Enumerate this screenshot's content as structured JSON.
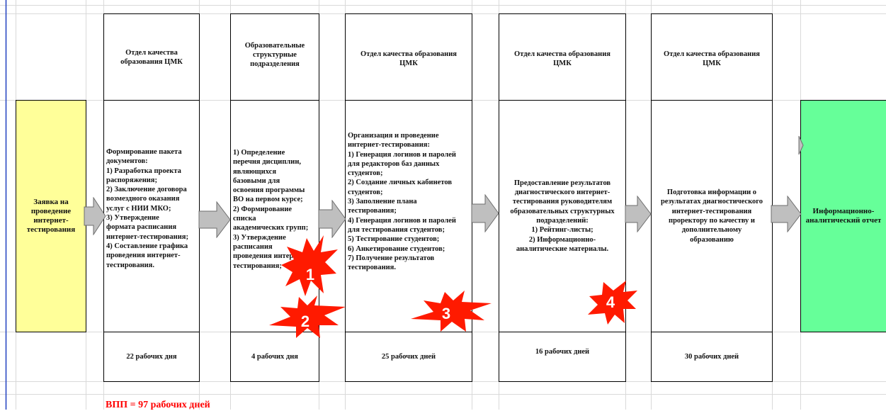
{
  "start_box": {
    "lines": [
      "Заявка на",
      "проведение",
      "интернет-",
      "тестирования"
    ],
    "color": "#ffff99"
  },
  "end_box": {
    "lines": [
      "Информационно-",
      "аналитический отчет"
    ],
    "color": "#66ff99"
  },
  "stages": [
    {
      "header": [
        "Отдел качества",
        "образования ЦМК"
      ],
      "content": [
        "Формирование пакета",
        "документов:",
        "1)  Разработка проекта",
        "распоряжения;",
        "2) Заключение договора",
        "возмездного оказания",
        "услуг с НИИ МКО;",
        "3) Утверждение",
        "формата расписания",
        "интернет-тестирования;",
        "4) Составление графика",
        "проведения интернет-",
        "тестирования."
      ],
      "days": "22 рабочих дня"
    },
    {
      "header": [
        "Образовательные",
        "структурные",
        "подразделения"
      ],
      "content": [
        "1) Определение",
        "перечня дисциплин,",
        "являющихся",
        "базовыми для",
        "освоения программы",
        "ВО на первом курсе;",
        "2) Формирование",
        "списка",
        "академических групп;",
        "3) Утверждение",
        "расписания",
        "проведения интернет-",
        "тестирования;"
      ],
      "days": "4 рабочих дня"
    },
    {
      "header": [
        "Отдел качества образования",
        "ЦМК"
      ],
      "content": [
        "Организация и проведение",
        "интернет-тестирования:",
        "1) Генерация логинов и паролей",
        "для редакторов баз данных",
        "студентов;",
        "2) Создание личных кабинетов",
        "студентов;",
        "3) Заполнение плана",
        "тестирования;",
        "4) Генерация логинов и паролей",
        "для тестирования студентов;",
        "5) Тестирование студентов;",
        "6) Анкетирование студентов;",
        "7) Получение результатов",
        "тестирования."
      ],
      "days": "25 рабочих дней"
    },
    {
      "header": [
        "Отдел качества образования",
        "ЦМК"
      ],
      "content": [
        "Предоставление результатов",
        "диагностического интернет-",
        "тестирования руководителям",
        "образовательных структурных",
        "подразделений:",
        "1) Рейтинг-листы;",
        "2) Информационно-",
        "аналитические материалы."
      ],
      "days": "16 рабочих дней"
    },
    {
      "header": [
        "Отдел качества образования",
        "ЦМК"
      ],
      "content": [
        "Подготовка информации о",
        "результатах диагностического",
        "интернет-тестирования",
        "проректору по качеству и",
        "дополнительному",
        "образованию"
      ],
      "days": "30 рабочих дней"
    }
  ],
  "bursts": [
    "1",
    "2",
    "3",
    "4"
  ],
  "total": "ВПП = 97 рабочих дней",
  "colors": {
    "burst": "#ff1a00",
    "arrow": "#bfbfbf",
    "total": "#ff0000"
  }
}
